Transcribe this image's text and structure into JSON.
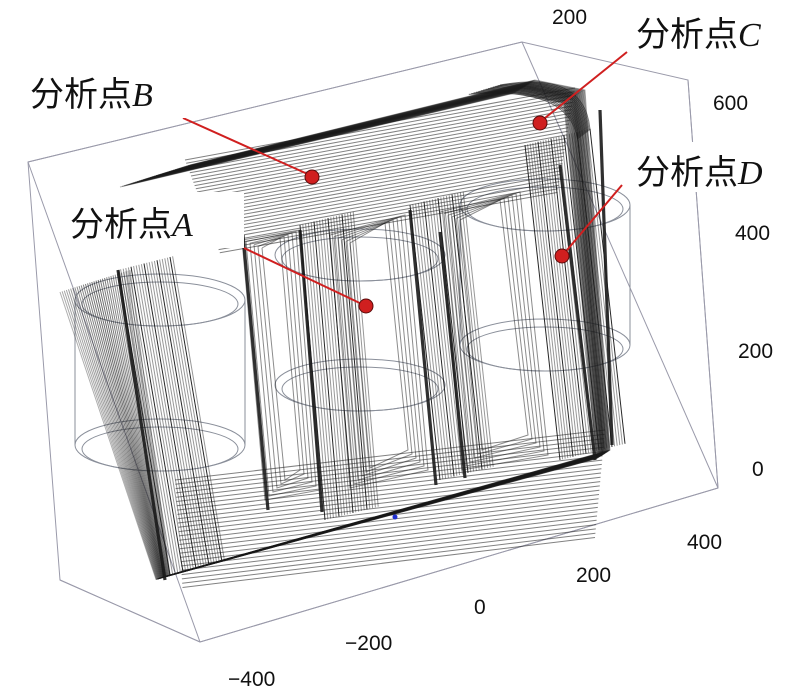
{
  "axes": {
    "x_ticks": [
      "−400",
      "−200",
      "0",
      "200",
      "400"
    ],
    "y_ticks": [
      "200",
      "600"
    ],
    "z_ticks": [
      "400",
      "200",
      "0"
    ]
  },
  "analysis_points": [
    {
      "id": "A",
      "prefix": "分析点",
      "letter": "A"
    },
    {
      "id": "B",
      "prefix": "分析点",
      "letter": "B"
    },
    {
      "id": "C",
      "prefix": "分析点",
      "letter": "C"
    },
    {
      "id": "D",
      "prefix": "分析点",
      "letter": "D"
    }
  ],
  "colors": {
    "point": "#d01f1f",
    "leader": "#d01f1f",
    "box": "#9a9aaa",
    "mesh": "#1a1a1a",
    "coil": "#8a8f9a"
  }
}
